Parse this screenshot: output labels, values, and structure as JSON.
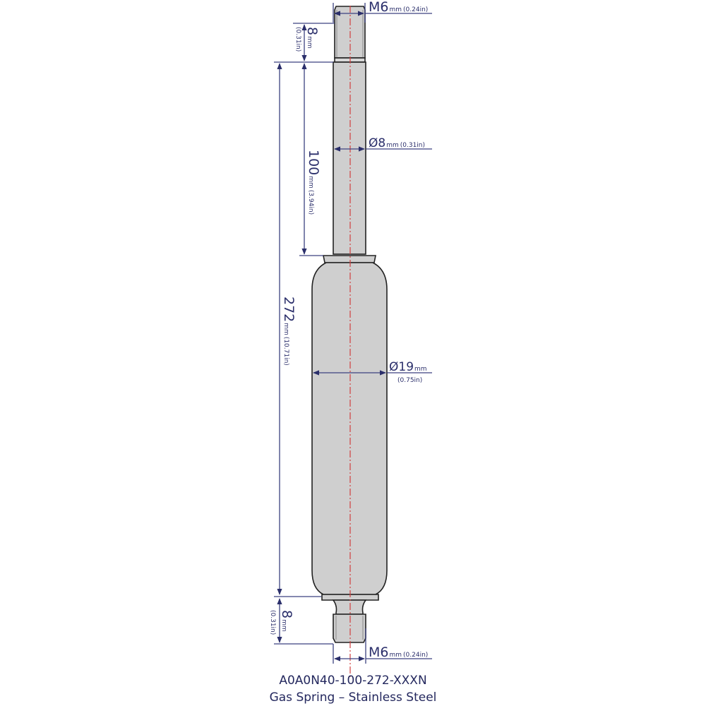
{
  "drawing": {
    "subject": "gas-spring",
    "colors": {
      "body_fill": "#cfcfcf",
      "outline": "#222222",
      "dimension_line": "#3c4280",
      "centerline": "#d04040",
      "text": "#2b2f6b"
    }
  },
  "dimensions": {
    "top_thread": {
      "value": "M6",
      "unit": "mm",
      "imperial": "(0.24in)"
    },
    "top_thread_length": {
      "value": "8",
      "unit": "mm",
      "imperial": "(0.31in)"
    },
    "rod_diameter": {
      "value": "Ø8",
      "unit": "mm",
      "imperial": "(0.31in)"
    },
    "stroke": {
      "value": "100",
      "unit": "mm",
      "imperial": "(3.94in)"
    },
    "extended_length": {
      "value": "272",
      "unit": "mm",
      "imperial": "(10.71in)"
    },
    "body_diameter": {
      "value": "Ø19",
      "unit": "mm",
      "imperial": "(0.75in)"
    },
    "bottom_thread_length": {
      "value": "8",
      "unit": "mm",
      "imperial": "(0.31in)"
    },
    "bottom_thread": {
      "value": "M6",
      "unit": "mm",
      "imperial": "(0.24in)"
    }
  },
  "caption": {
    "part_number": "A0A0N40-100-272-XXXN",
    "description": "Gas Spring – Stainless Steel"
  }
}
